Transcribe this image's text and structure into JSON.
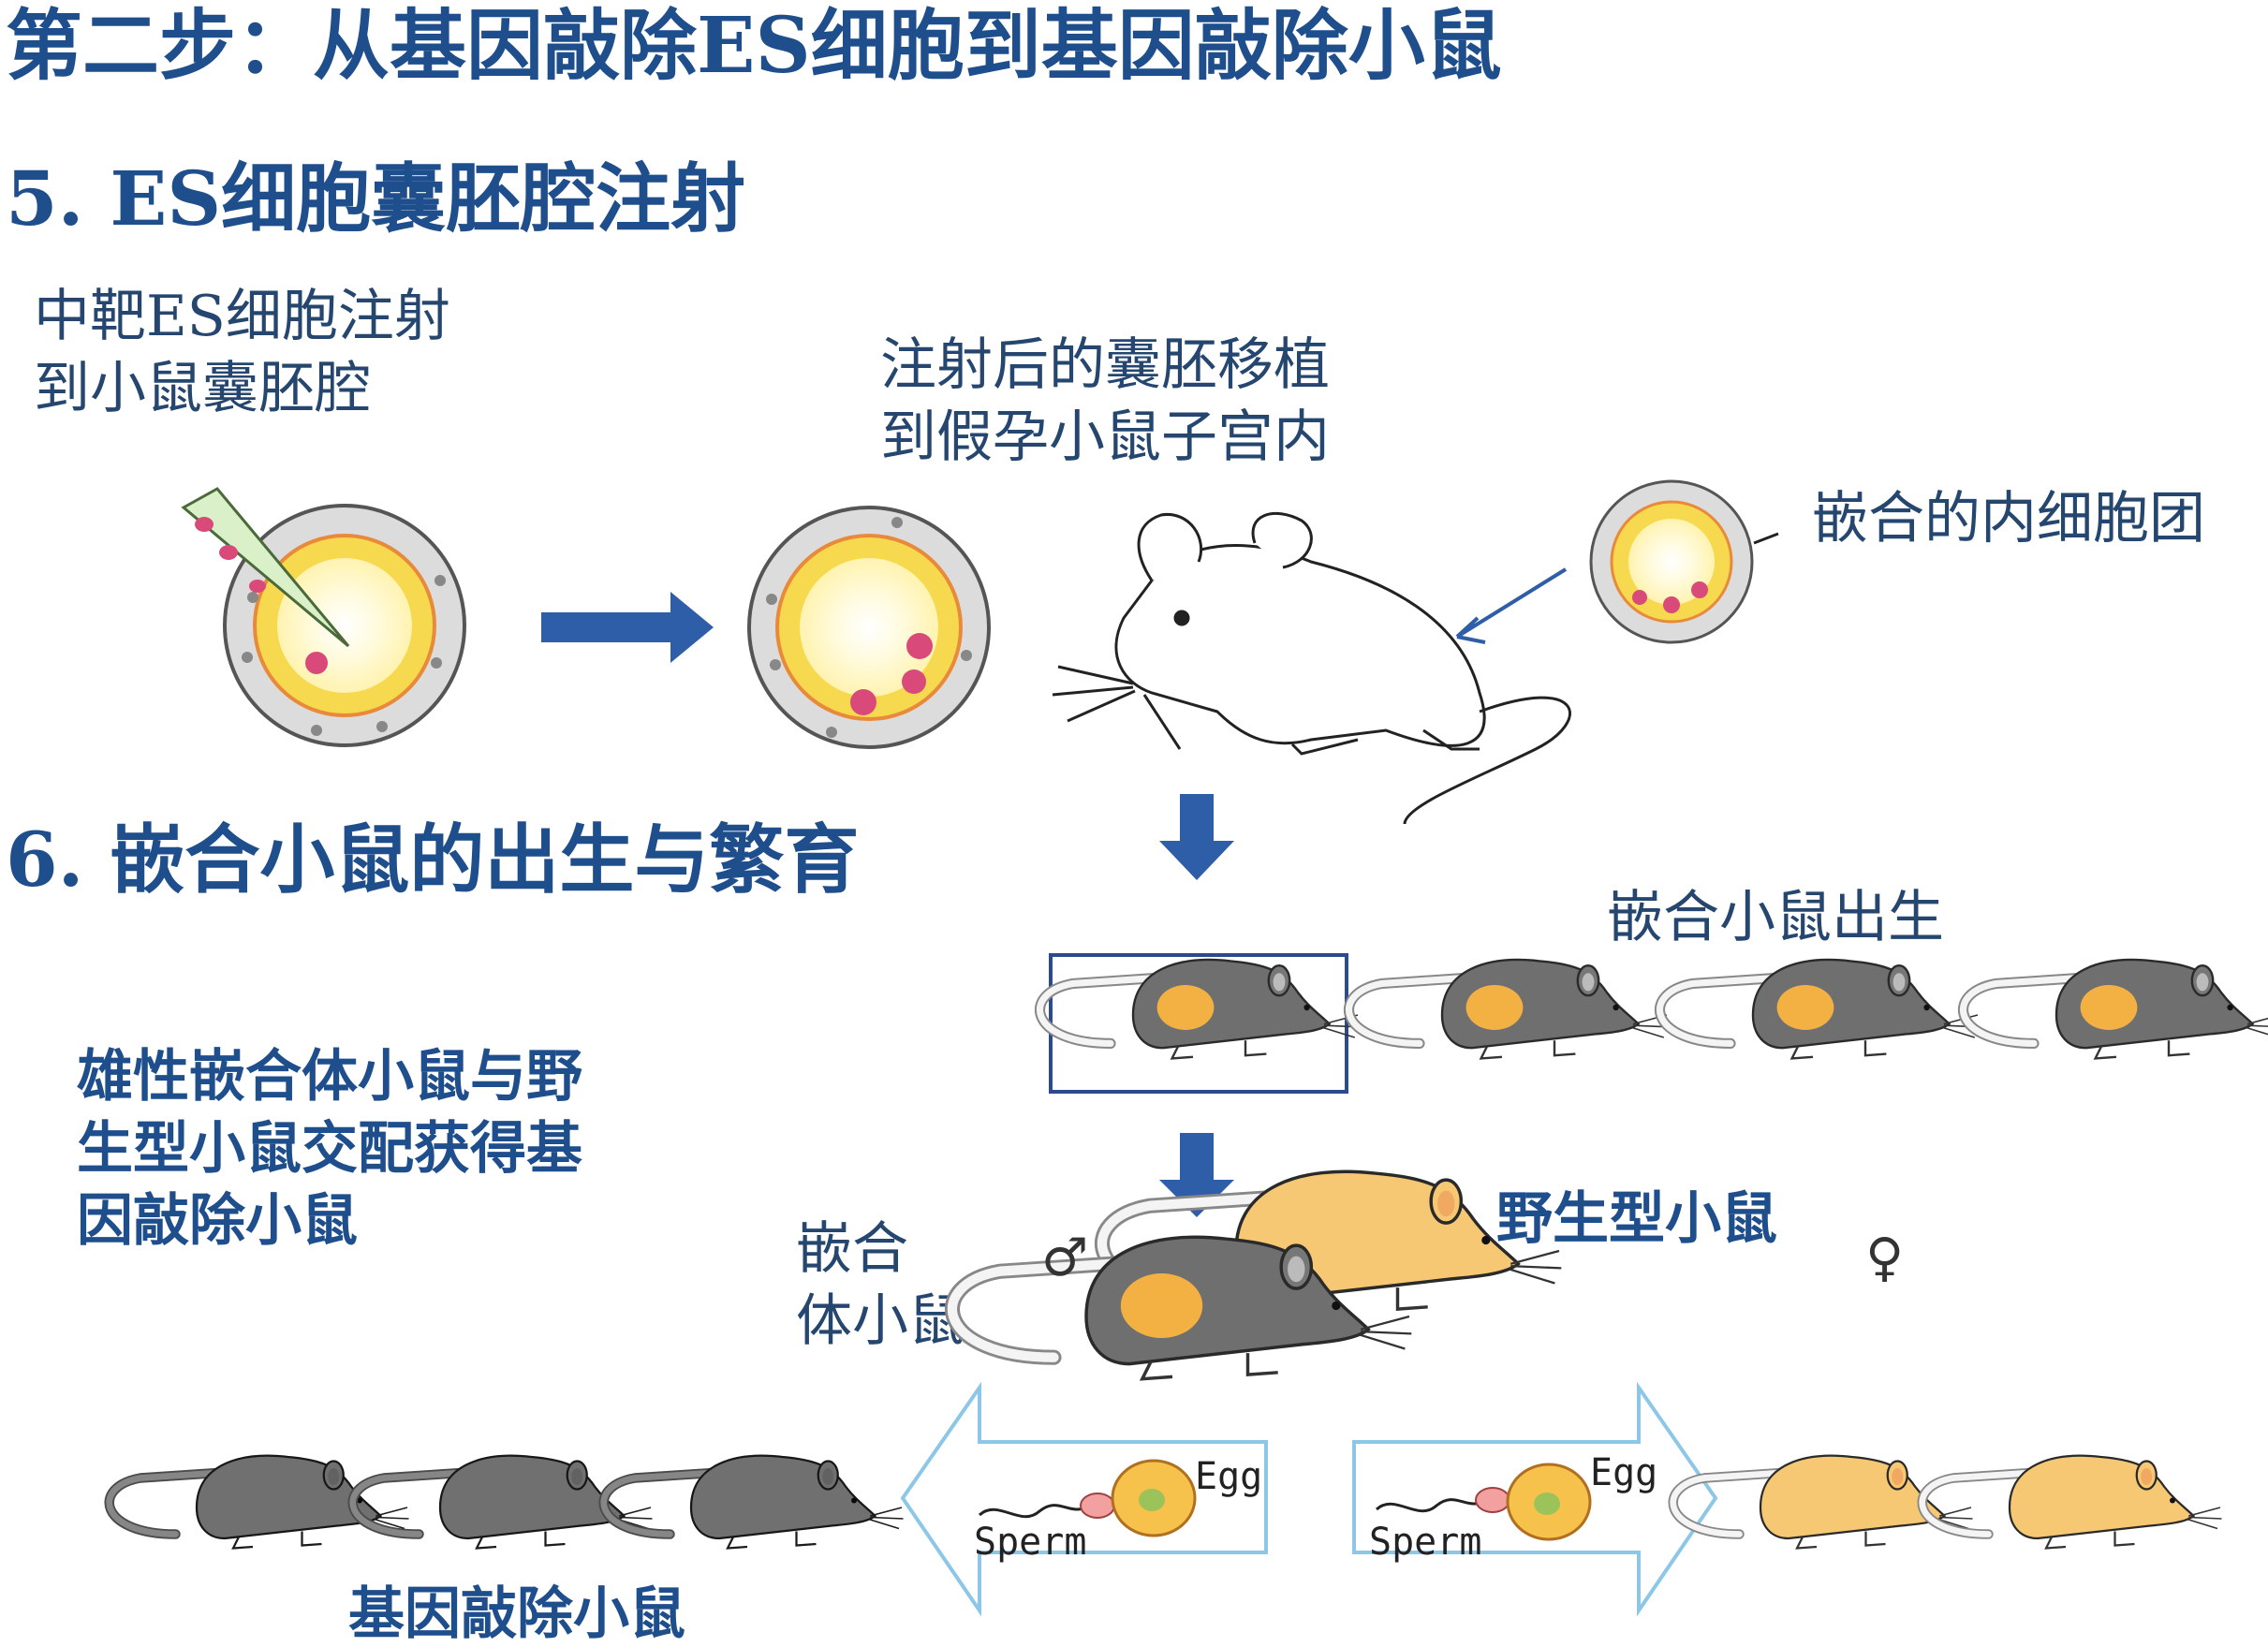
{
  "title": "第二步：从基因敲除ES细胞到基因敲除小鼠",
  "step5": {
    "heading": "5. ES细胞囊胚腔注射",
    "inject_label": [
      "中靶ES细胞注射",
      "到小鼠囊胚腔"
    ],
    "transplant_label": [
      "注射后的囊胚移植",
      "到假孕小鼠子宫内"
    ],
    "icm_label": "嵌合的内细胞团"
  },
  "step6": {
    "heading": "6. 嵌合小鼠的出生与繁育",
    "born_label": "嵌合小鼠出生",
    "mating_note": [
      "雄性嵌合体小鼠与野",
      "生型小鼠交配获得基",
      "因敲除小鼠"
    ],
    "chimera_label": [
      "嵌合",
      "体小鼠"
    ],
    "wildtype_label": "野生型小鼠",
    "male_symbol": "♂",
    "female_symbol": "♀",
    "sperm_label": "Sperm",
    "egg_label": "Egg",
    "knockout_label": "基因敲除小鼠"
  },
  "colors": {
    "text_blue": "#1f4e8c",
    "arrow_blue": "#2f5ea8",
    "frame_blue": "#2c4a8c",
    "mouse_gray": "#6f6f6f",
    "mouse_yellow": "#f7c873",
    "patch_orange": "#f3b143",
    "outline_arrow": "#8cc7e8",
    "cell_yellow": "#f6e25a",
    "cell_pink": "#d94a7a"
  },
  "icons": [
    "blastocyst-icon",
    "micropipette-icon",
    "white-mouse-icon",
    "gray-mouse-icon",
    "yellow-mouse-icon",
    "sperm-icon",
    "egg-icon",
    "down-arrow-icon",
    "right-arrow-icon"
  ]
}
